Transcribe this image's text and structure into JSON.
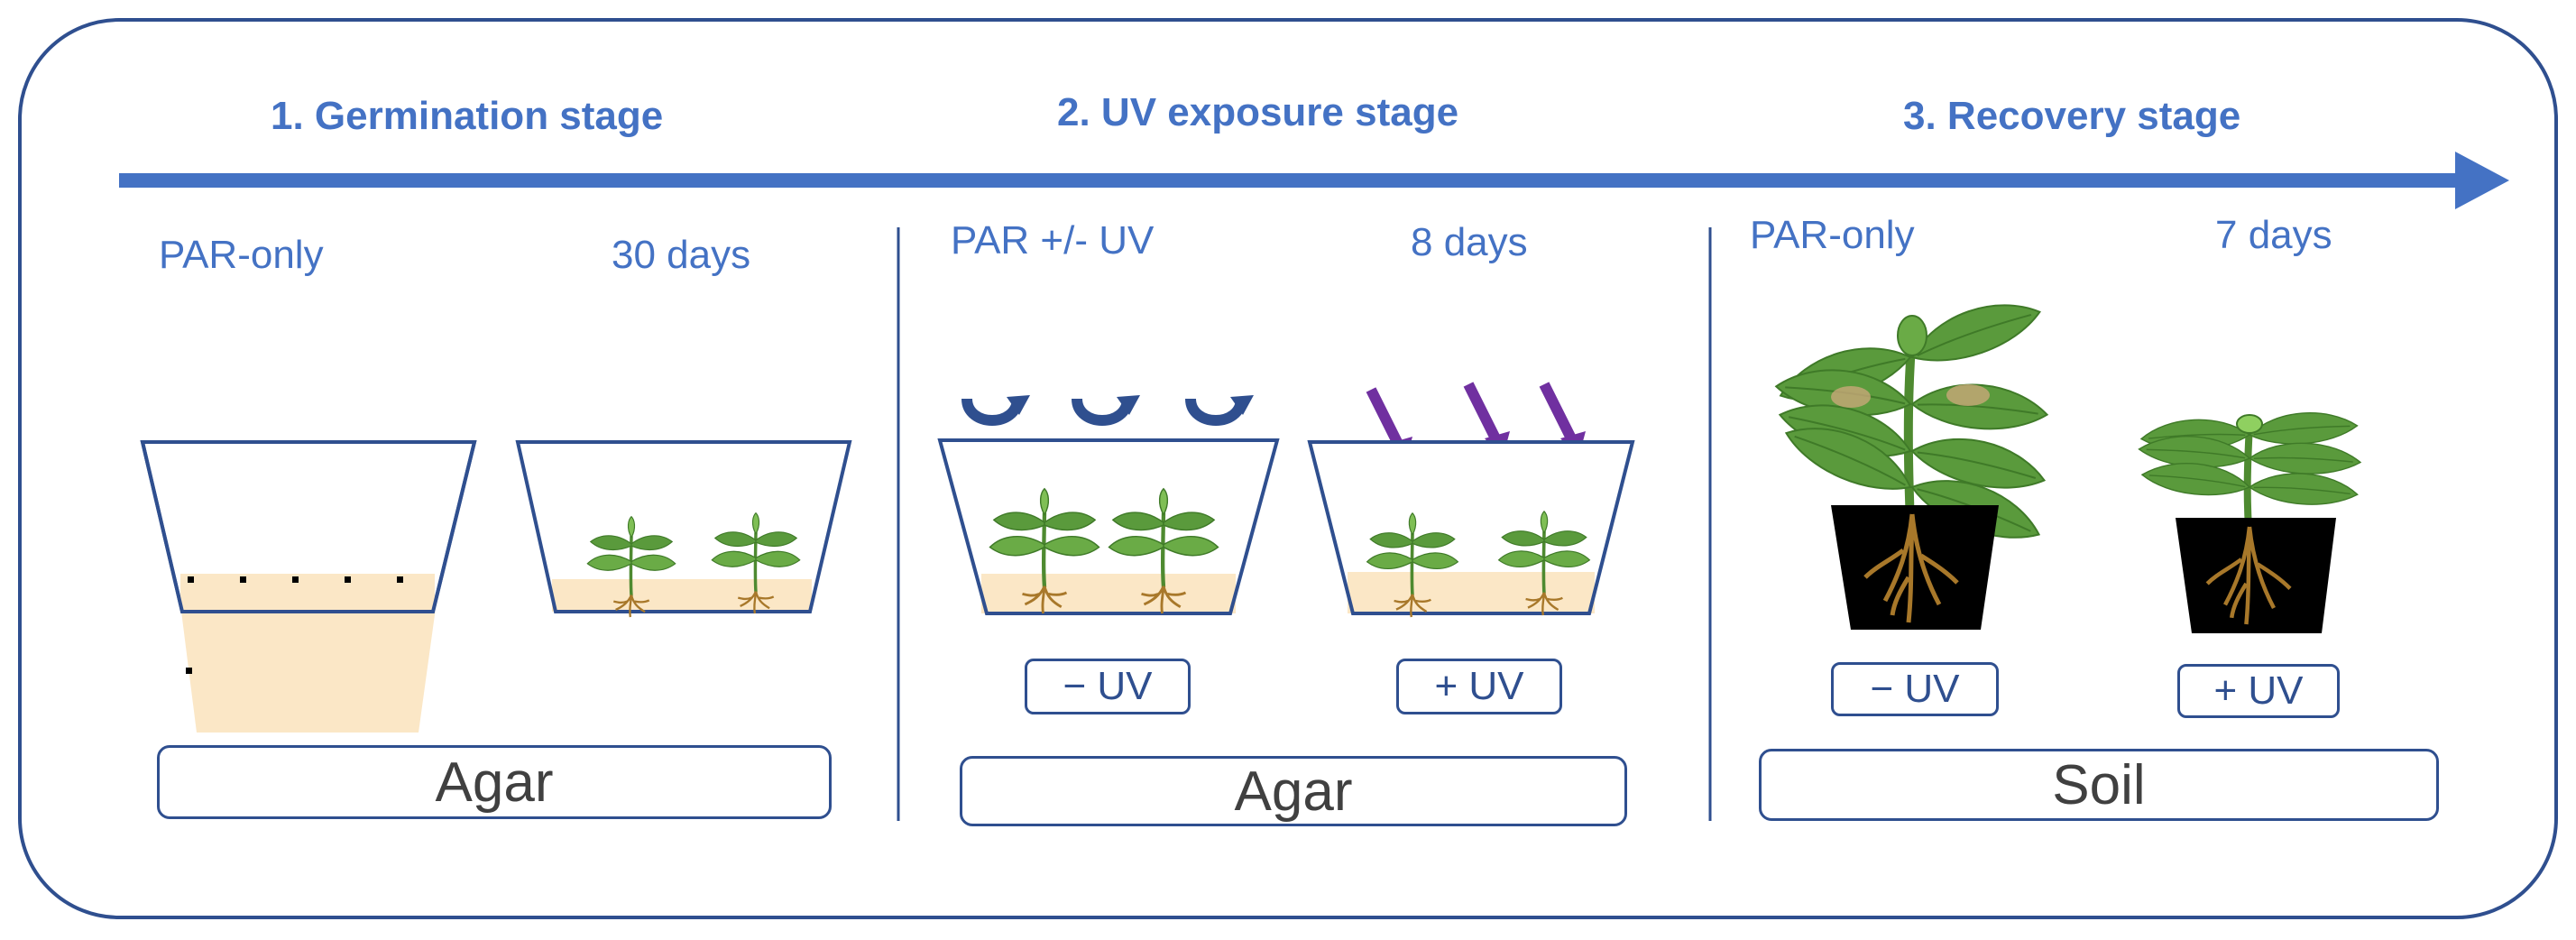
{
  "stages": [
    {
      "title": "1. Germination stage",
      "light": "PAR-only",
      "duration": "30 days",
      "medium": "Agar"
    },
    {
      "title": "2. UV exposure stage",
      "light": "PAR +/- UV",
      "duration": "8 days",
      "medium": "Agar",
      "treatments": [
        "− UV",
        "+ UV"
      ]
    },
    {
      "title": "3. Recovery stage",
      "light": "PAR-only",
      "duration": "7 days",
      "medium": "Soil",
      "treatments": [
        "− UV",
        "+ UV"
      ]
    }
  ],
  "colors": {
    "outline": "#2f4f8f",
    "arrow": "#4472c4",
    "text": "#4472c4",
    "agar": "#fbe7c6",
    "leaf": "#5a9a3c",
    "uv_arrow": "#7030a0",
    "pot": "#000000",
    "root": "#a8782a"
  },
  "icons": [
    "curved-arrow-icon",
    "uv-ray-arrow-icon",
    "seedling-icon",
    "plant-icon",
    "pot-icon",
    "seed-dot-icon"
  ]
}
